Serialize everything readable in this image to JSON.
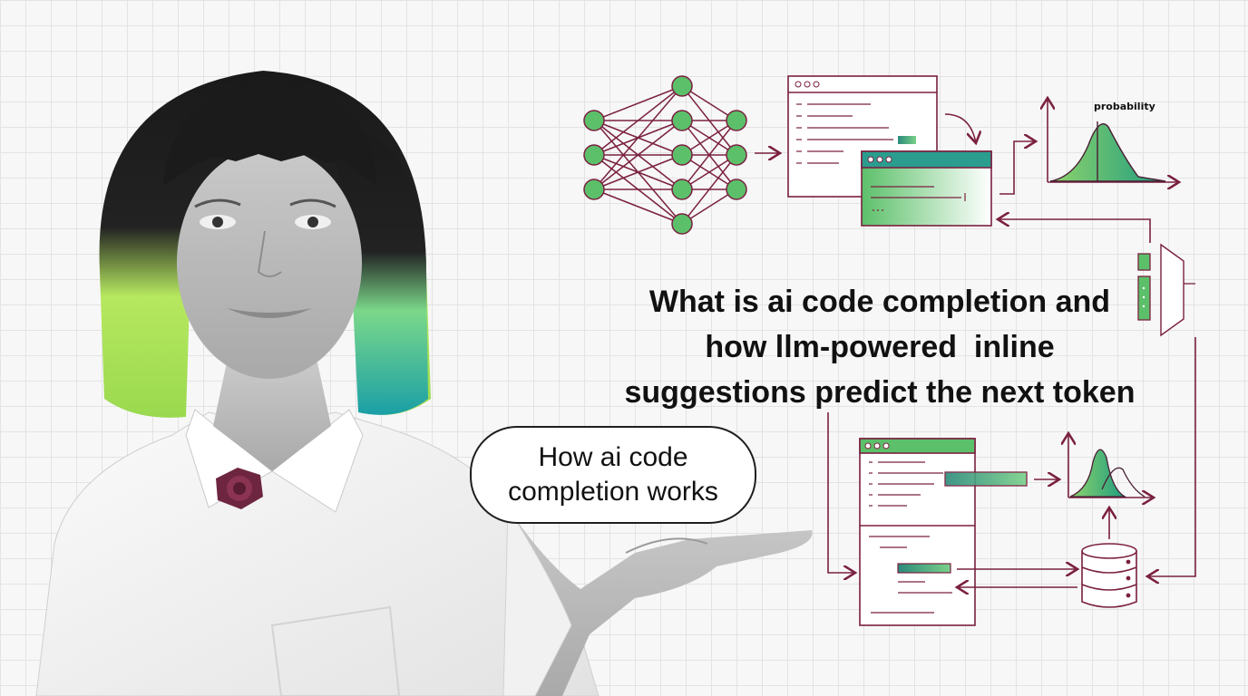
{
  "headline": {
    "line1": "What is ai code completion and",
    "line2": "how llm-powered  inline",
    "line3": "suggestions predict the next token"
  },
  "speech_bubble": {
    "line1": "How ai code",
    "line2": "completion works"
  },
  "diagram": {
    "probability_label": "probability"
  },
  "colors": {
    "accent_green": "#5cc06a",
    "accent_teal": "#2a9d8f",
    "line_maroon": "#7a2040",
    "hair_lime": "#a8e05a"
  }
}
